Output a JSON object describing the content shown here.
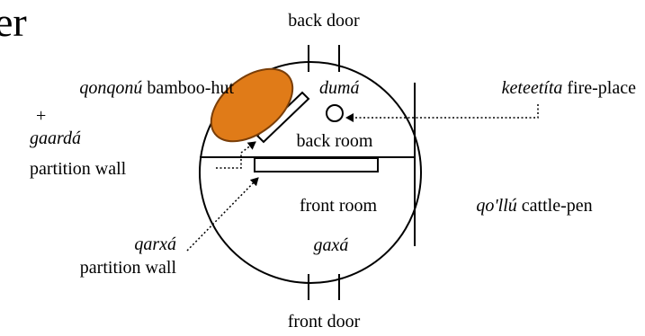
{
  "diagram": {
    "partial_heading": "er",
    "labels": {
      "back_door": "back door",
      "front_door": "front door",
      "bamboo_hut_term": "qonqonú",
      "bamboo_hut_gloss": "bamboo-hut",
      "plus_sign": "+",
      "gaarda_term": "gaardá",
      "gaarda_gloss": "partition wall",
      "duma_term": "dumá",
      "fireplace_term": "keteetíta",
      "fireplace_gloss": "fire-place",
      "back_room": "back room",
      "front_room": "front room",
      "cattle_pen_term": "qo'llú",
      "cattle_pen_gloss": "cattle-pen",
      "qarxa_term": "qarxá",
      "qarxa_gloss": "partition wall",
      "gaxa_term": "gaxá"
    },
    "colors": {
      "bamboo_hut_fill": "#E07B18",
      "bamboo_hut_stroke": "#7A3E08",
      "line": "#000000"
    }
  }
}
